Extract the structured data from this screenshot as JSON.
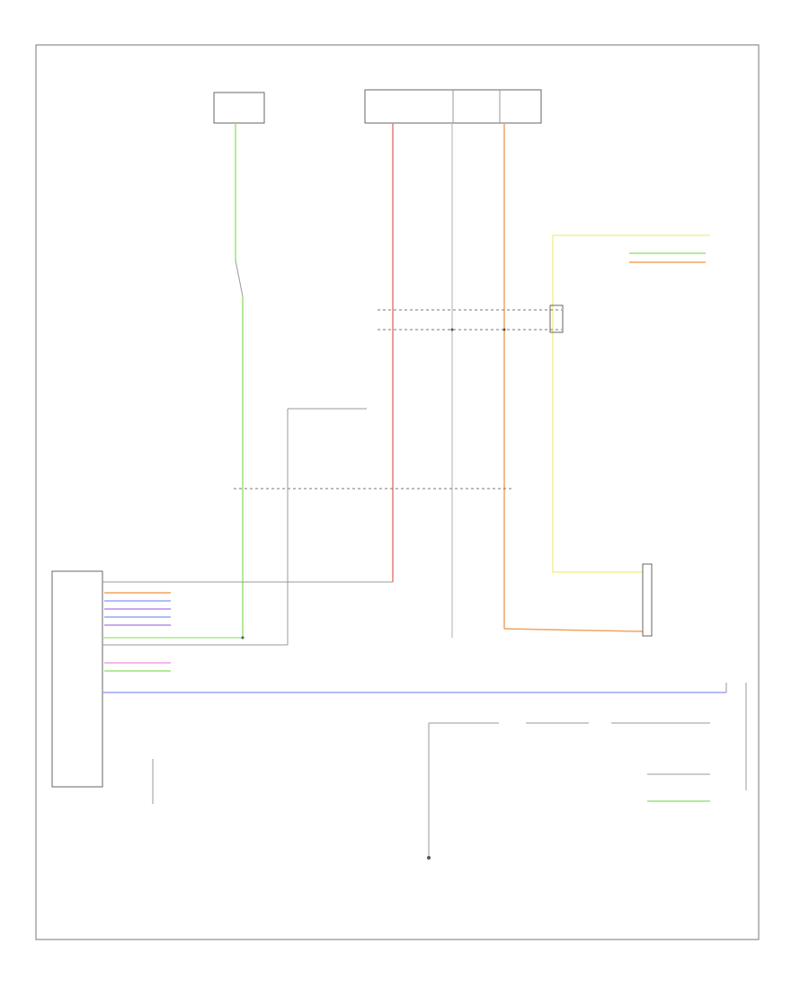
{
  "figure_id": "",
  "colors": {
    "green": "#9be37a",
    "red": "#e87a7a",
    "orange": "#f3a35d",
    "yellow": "#f3f08f",
    "blue": "#9aa6f0",
    "purple": "#b88be8",
    "pink": "#f0a0e6",
    "grey": "#bdbdbd",
    "dark": "#555555"
  },
  "wires": [
    {
      "id": "ecm-feed-1",
      "color": "green"
    },
    {
      "id": "main-red",
      "color": "red"
    },
    {
      "id": "main-grey",
      "color": "grey"
    },
    {
      "id": "main-orange",
      "color": "orange"
    },
    {
      "id": "yellow-run",
      "color": "yellow"
    },
    {
      "id": "blue-run",
      "color": "blue"
    }
  ]
}
